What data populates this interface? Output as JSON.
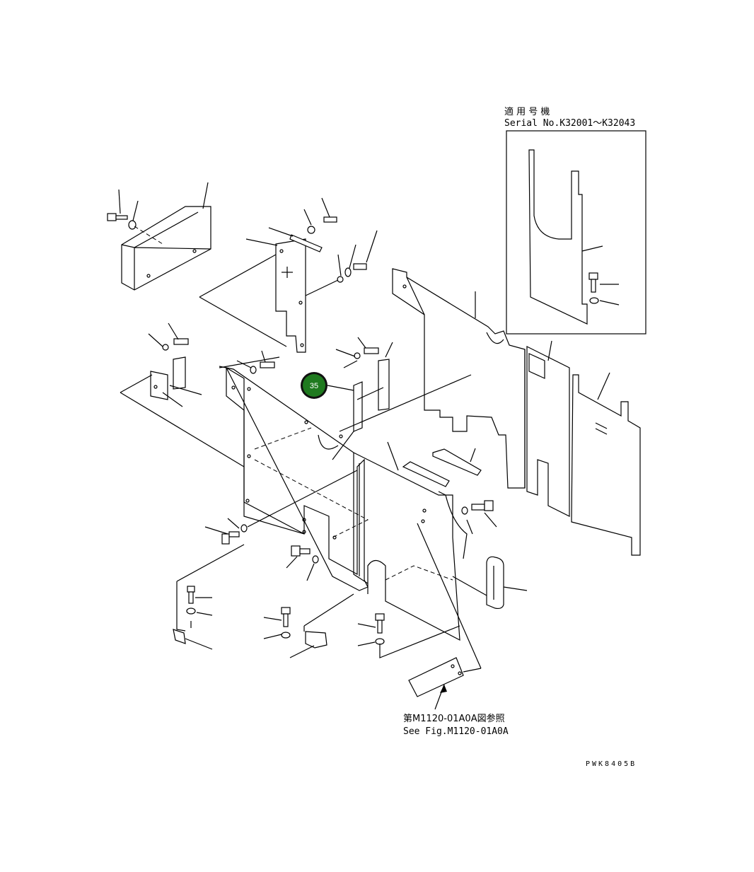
{
  "serial_box": {
    "jp_label": "適 用 号 機",
    "serial_label": "Serial No.K32001～K32043"
  },
  "reference": {
    "jp_label": "第M1120-01A0A図参照",
    "en_label": "See Fig.M1120-01A0A"
  },
  "drawing_code": "PWK8405B",
  "highlight_callout": {
    "number": "35",
    "color": "#1f7a1f"
  }
}
